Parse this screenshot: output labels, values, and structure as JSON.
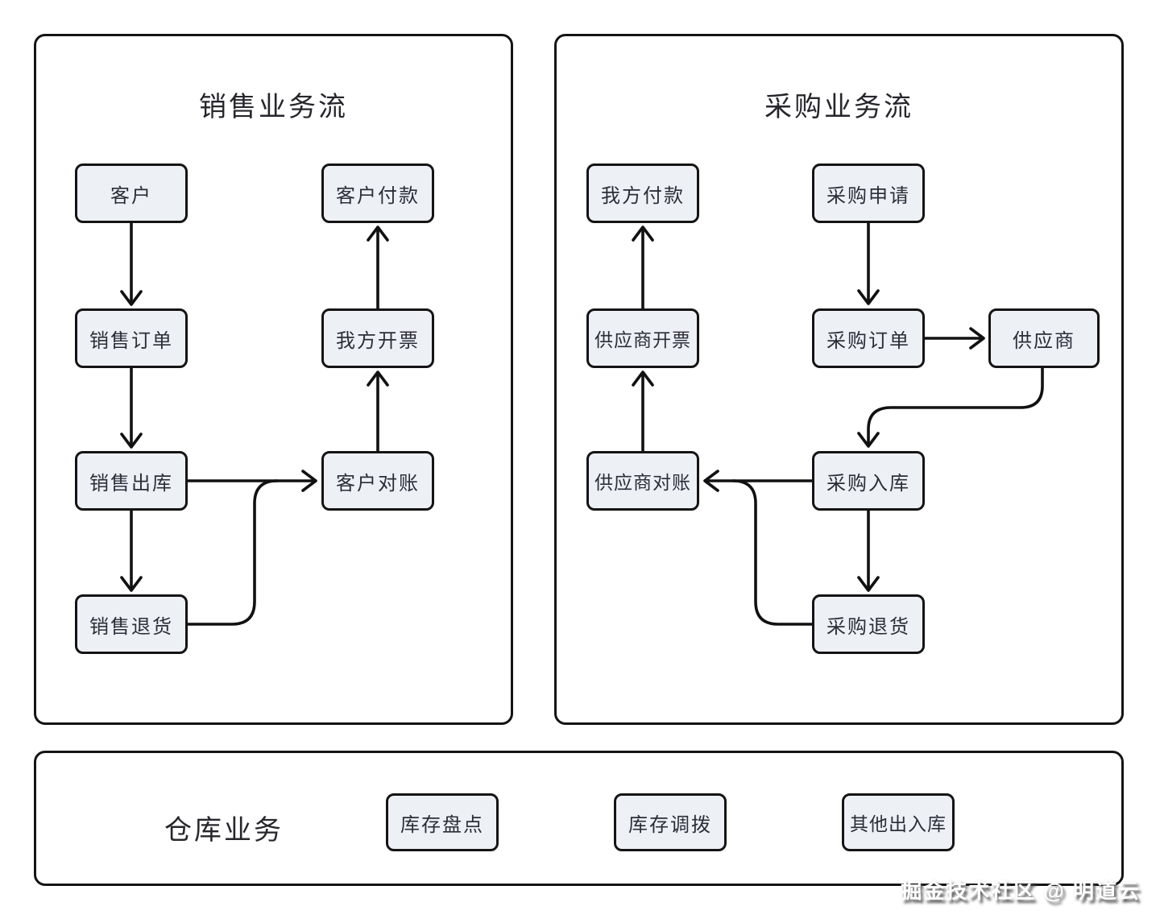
{
  "sales": {
    "title": "销售业务流",
    "nodes": {
      "customer": "客户",
      "customer_payment": "客户付款",
      "sales_order": "销售订单",
      "our_invoicing": "我方开票",
      "sales_outbound": "销售出库",
      "customer_reconciliation": "客户对账",
      "sales_return": "销售退货"
    }
  },
  "purchase": {
    "title": "采购业务流",
    "nodes": {
      "our_payment": "我方付款",
      "purchase_request": "采购申请",
      "supplier_invoicing": "供应商开票",
      "purchase_order": "采购订单",
      "supplier": "供应商",
      "supplier_reconciliation": "供应商对账",
      "purchase_inbound": "采购入库",
      "purchase_return": "采购退货"
    }
  },
  "warehouse": {
    "title": "仓库业务",
    "nodes": {
      "inventory_count": "库存盘点",
      "inventory_transfer": "库存调拨",
      "other_in_out": "其他出入库"
    }
  },
  "watermark": "掘金技术社区 @ 明道云",
  "colors": {
    "node_fill": "#edf0f5",
    "line": "#111111",
    "text": "#2b2e38"
  }
}
